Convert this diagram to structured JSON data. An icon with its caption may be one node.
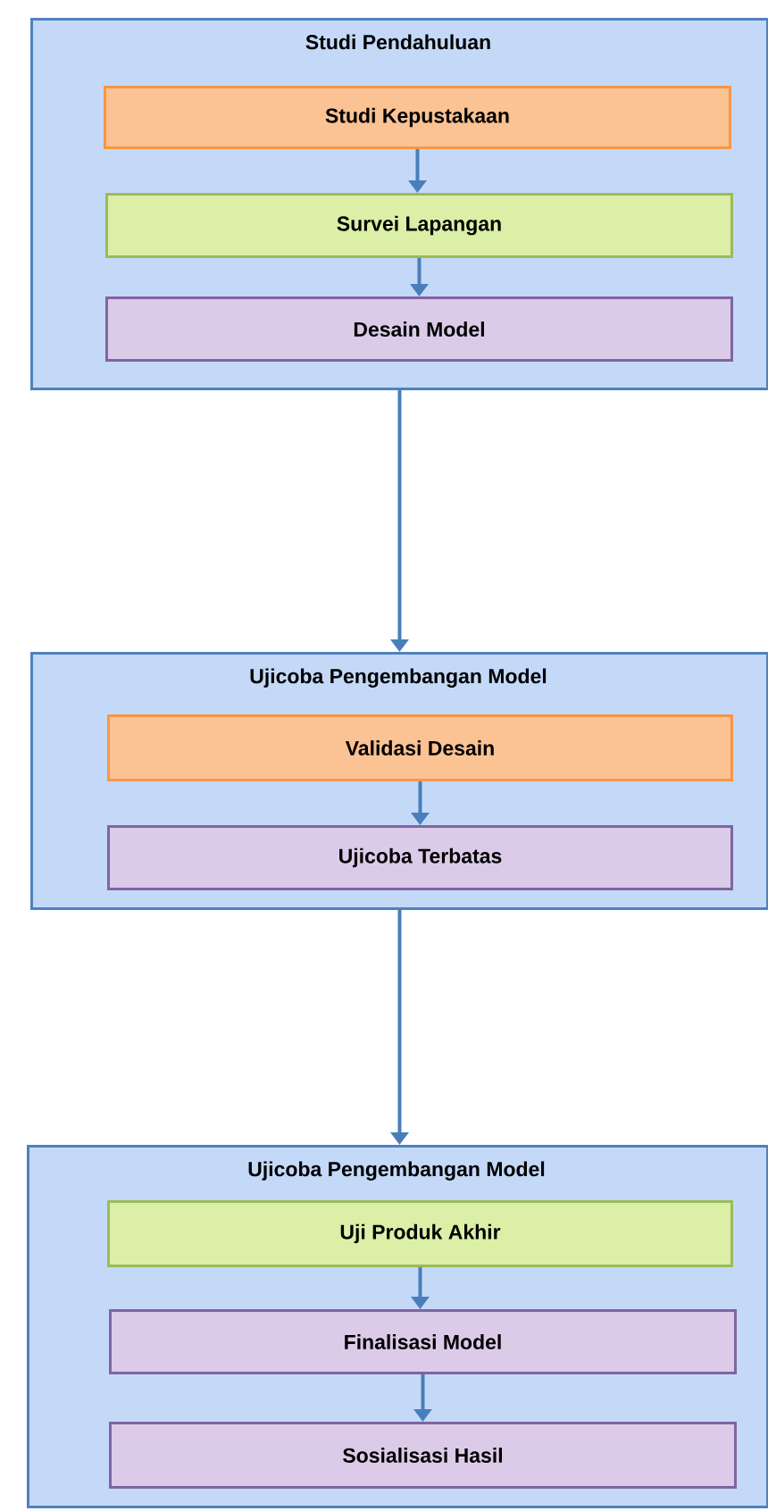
{
  "diagram": {
    "nodes": [
      {
        "text": [
          "Studi Pendahuluan"
        ]
      },
      {
        "text": [
          "Studi Kepustakaan"
        ],
        "in": 0
      },
      {
        "text": [
          "Survei Lapangan"
        ],
        "in": 0
      },
      {
        "text": [
          "Desain Model"
        ],
        "in": 0
      },
      {
        "text": [
          "Ujicoba Pengembangan Model"
        ]
      },
      {
        "text": [
          "Validasi Desain"
        ],
        "in": 4
      },
      {
        "text": [
          "Ujicoba Terbatas"
        ],
        "in": 4
      },
      {
        "text": [
          "Ujicoba Pengembangan Model"
        ]
      },
      {
        "text": [
          "Uji Produk Akhir"
        ],
        "in": 7
      },
      {
        "text": [
          "Finalisasi Model"
        ],
        "in": 7
      },
      {
        "text": [
          "Sosialisasi Hasil"
        ],
        "in": 7
      }
    ],
    "edges": [
      {
        "from": 1,
        "to": 2,
        "arrow": "to"
      },
      {
        "from": 2,
        "to": 3,
        "arrow": "to"
      },
      {
        "from": 0,
        "to": 4,
        "arrow": "to"
      },
      {
        "from": 5,
        "to": 6,
        "arrow": "to"
      },
      {
        "from": 4,
        "to": 7,
        "arrow": "to"
      },
      {
        "from": 8,
        "to": 9,
        "arrow": "to"
      },
      {
        "from": 9,
        "to": 10,
        "arrow": "to"
      }
    ]
  }
}
